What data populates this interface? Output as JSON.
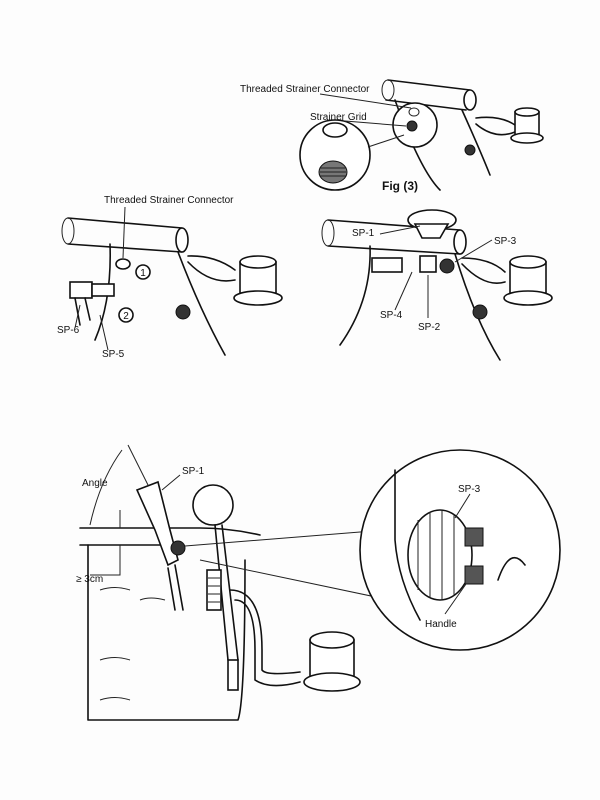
{
  "figure3": {
    "caption": "Fig (3)",
    "label_connector": "Threaded Strainer Connector",
    "label_grid": "Strainer Grid"
  },
  "step_left": {
    "label_connector": "Threaded Strainer Connector",
    "step1": "1",
    "step2": "2",
    "label_sp6": "SP-6",
    "label_sp5": "SP-5"
  },
  "step_right": {
    "label_sp1": "SP-1",
    "label_sp3": "SP-3",
    "label_sp4": "SP-4",
    "label_sp2": "SP-2"
  },
  "bottom": {
    "label_angle": "Angle",
    "label_sp1": "SP-1",
    "label_depth": "≥ 3cm",
    "label_sp3": "SP-3",
    "label_handle": "Handle"
  }
}
